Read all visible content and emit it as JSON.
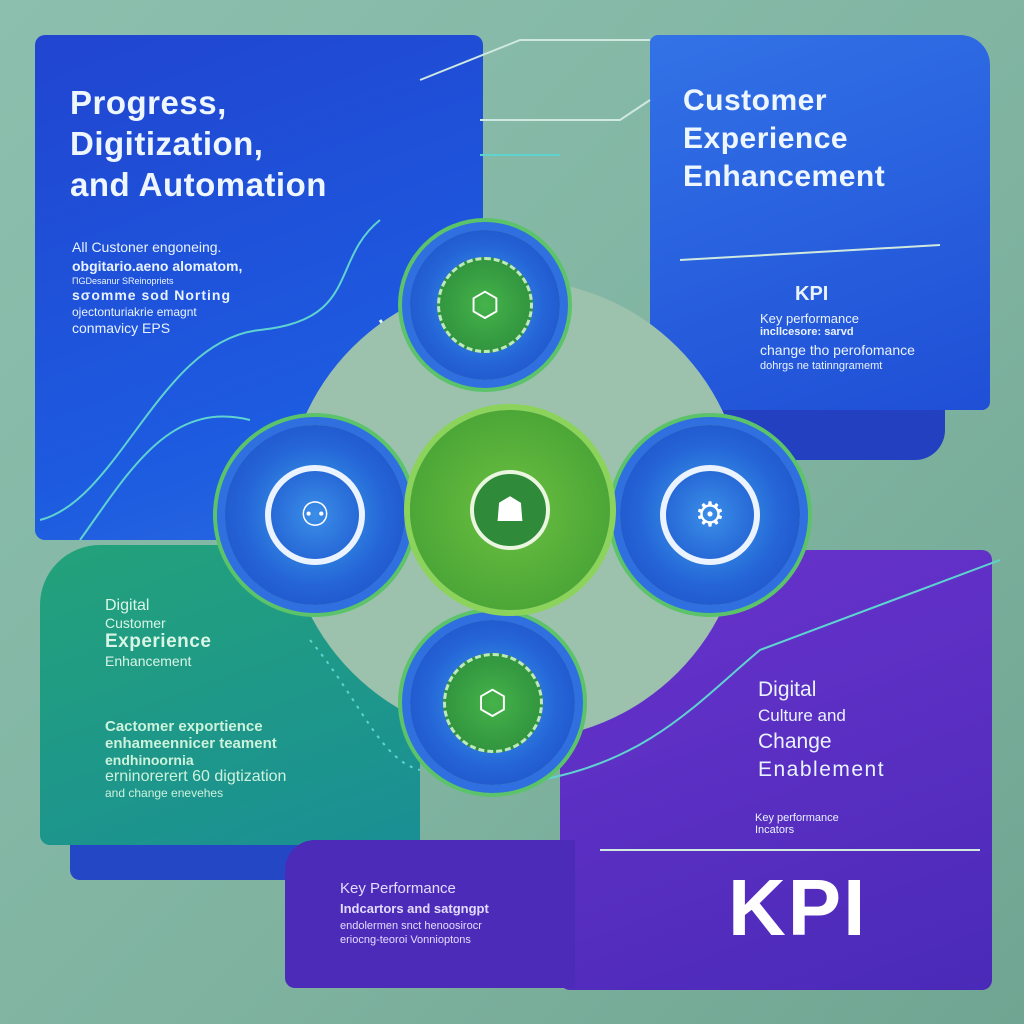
{
  "top_left": {
    "title": [
      "Progress,",
      "Digitization,",
      "and Automation"
    ],
    "lines": [
      "All Custoner engoneing.",
      "obgitario.aeno alomatom,",
      "ПGDesanur SReinopriets",
      "sσomme sod Norting",
      "ojectonturiakrie emagnt",
      "conmavicy EPS"
    ]
  },
  "top_right": {
    "title": [
      "Customer",
      "Experience",
      "Enhancement"
    ],
    "kpi": "KPI",
    "lines": [
      "Key performance",
      "incllcesore: sarvd",
      "change tho perofomance",
      "dohrgs ne tatinngramemt"
    ]
  },
  "bottom_left": {
    "title": [
      "Digital",
      "Customer",
      "Experience",
      "Enhancement"
    ],
    "lines": [
      "Cactomer exportience",
      "enhameennicer teament",
      "endhinoornia",
      "erninorerert 60 digtization",
      "and change enevehes"
    ]
  },
  "bottom_right": {
    "title": [
      "Digital",
      "Culture and",
      "Change",
      "Enablement"
    ],
    "lines": [
      "Key performance",
      "Incators"
    ],
    "big": "KPI"
  },
  "bottom_center": {
    "lines": [
      "Key Performance",
      "Indcartors and satgngpt",
      "endolermen snct henoosirocr",
      "eriocng-teoroi Vonnioptons"
    ]
  },
  "colors": {
    "blue": "#1f4fd6",
    "green": "#3aa84a",
    "purple": "#5a2cc8",
    "teal": "#7fb3a0"
  }
}
